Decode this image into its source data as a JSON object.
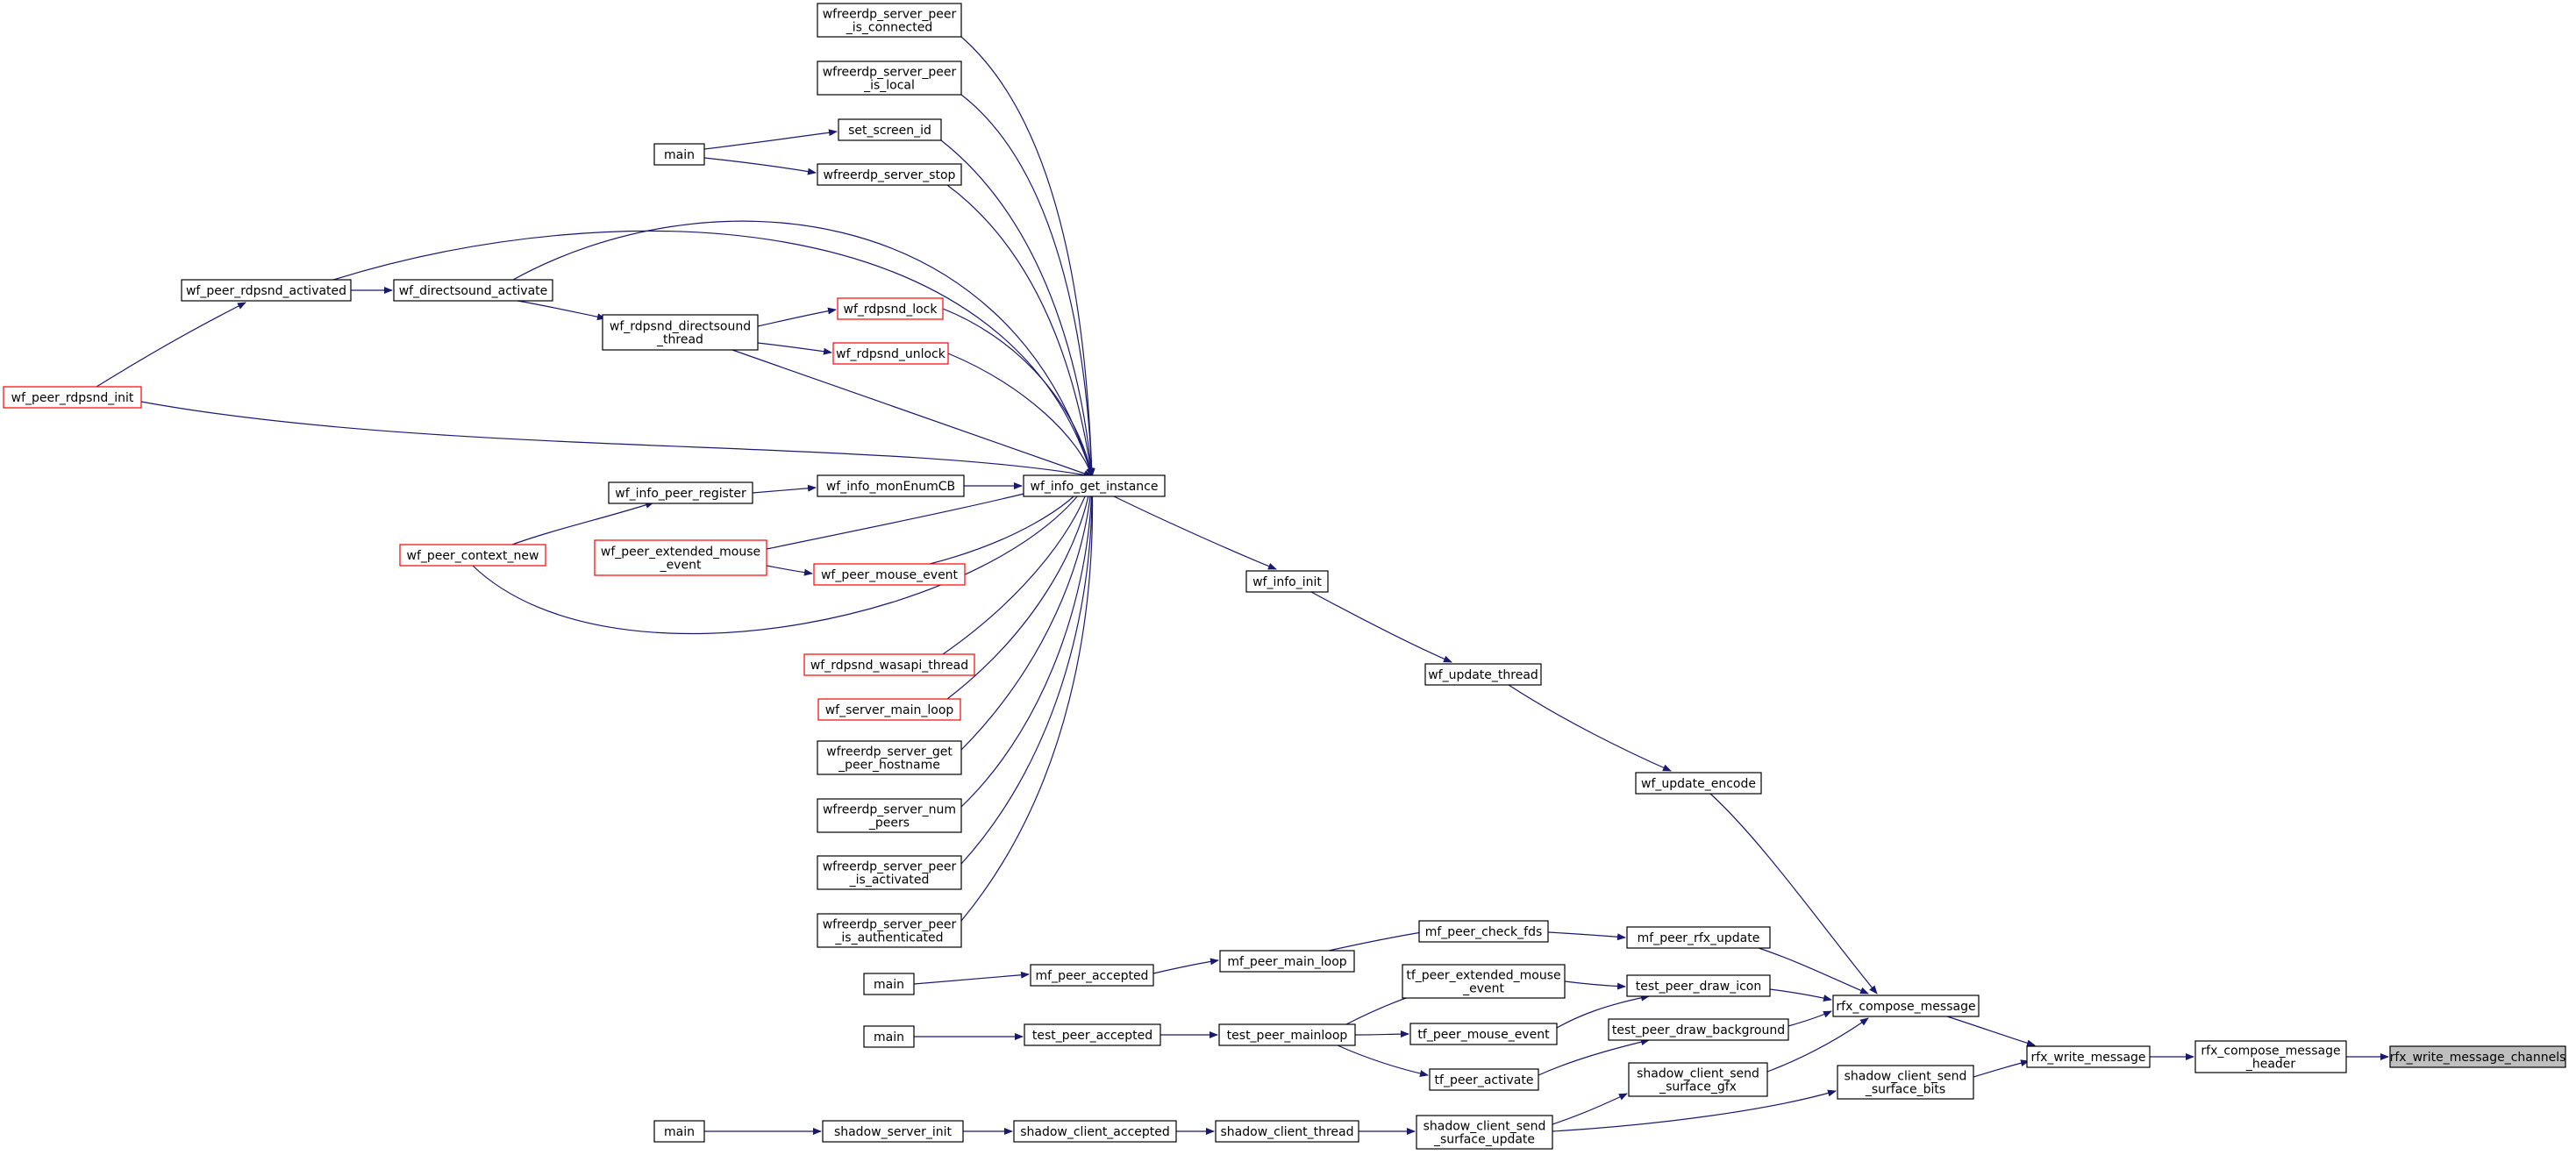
{
  "colors": {
    "edge": "#191970",
    "node_border": "#000000",
    "node_border_truncated": "#ff0000",
    "node_fill": "#ffffff",
    "node_fill_root": "#bfbfbf",
    "text": "#000000"
  },
  "nodes": [
    {
      "id": "n1",
      "lines": [
        "rfx_write_message_channels"
      ],
      "style": "root"
    },
    {
      "id": "n2",
      "lines": [
        "rfx_compose_message",
        "_header"
      ],
      "style": "normal"
    },
    {
      "id": "n3",
      "lines": [
        "rfx_write_message"
      ],
      "style": "normal"
    },
    {
      "id": "n4",
      "lines": [
        "rfx_compose_message"
      ],
      "style": "normal"
    },
    {
      "id": "n5",
      "lines": [
        "shadow_client_send",
        "_surface_bits"
      ],
      "style": "normal"
    },
    {
      "id": "n6",
      "lines": [
        "mf_peer_rfx_update"
      ],
      "style": "normal"
    },
    {
      "id": "n7",
      "lines": [
        "test_peer_draw_icon"
      ],
      "style": "normal"
    },
    {
      "id": "n8",
      "lines": [
        "test_peer_draw_background"
      ],
      "style": "normal"
    },
    {
      "id": "n9",
      "lines": [
        "shadow_client_send",
        "_surface_gfx"
      ],
      "style": "normal"
    },
    {
      "id": "n10",
      "lines": [
        "wf_update_encode"
      ],
      "style": "normal"
    },
    {
      "id": "n11",
      "lines": [
        "shadow_client_send",
        "_surface_update"
      ],
      "style": "normal"
    },
    {
      "id": "n12",
      "lines": [
        "mf_peer_check_fds"
      ],
      "style": "normal"
    },
    {
      "id": "n13",
      "lines": [
        "tf_peer_extended_mouse",
        "_event"
      ],
      "style": "normal"
    },
    {
      "id": "n14",
      "lines": [
        "tf_peer_mouse_event"
      ],
      "style": "normal"
    },
    {
      "id": "n15",
      "lines": [
        "tf_peer_activate"
      ],
      "style": "normal"
    },
    {
      "id": "n16",
      "lines": [
        "wf_update_thread"
      ],
      "style": "normal"
    },
    {
      "id": "n17",
      "lines": [
        "shadow_client_thread"
      ],
      "style": "normal"
    },
    {
      "id": "n18",
      "lines": [
        "mf_peer_main_loop"
      ],
      "style": "normal"
    },
    {
      "id": "n19",
      "lines": [
        "test_peer_mainloop"
      ],
      "style": "normal"
    },
    {
      "id": "n20",
      "lines": [
        "wf_info_init"
      ],
      "style": "normal"
    },
    {
      "id": "n21",
      "lines": [
        "shadow_client_accepted"
      ],
      "style": "normal"
    },
    {
      "id": "n22",
      "lines": [
        "mf_peer_accepted"
      ],
      "style": "normal"
    },
    {
      "id": "n23",
      "lines": [
        "test_peer_accepted"
      ],
      "style": "normal"
    },
    {
      "id": "n24",
      "lines": [
        "wf_info_get_instance"
      ],
      "style": "normal"
    },
    {
      "id": "n25",
      "lines": [
        "shadow_server_init"
      ],
      "style": "normal"
    },
    {
      "id": "n26",
      "lines": [
        "main"
      ],
      "style": "normal"
    },
    {
      "id": "n27",
      "lines": [
        "main"
      ],
      "style": "normal"
    },
    {
      "id": "n28",
      "lines": [
        "wf_directsound_activate"
      ],
      "style": "normal"
    },
    {
      "id": "n29",
      "lines": [
        "wf_info_monEnumCB"
      ],
      "style": "normal"
    },
    {
      "id": "n30",
      "lines": [
        "wf_peer_context_new"
      ],
      "style": "truncated"
    },
    {
      "id": "n31",
      "lines": [
        "wf_peer_extended_mouse",
        "_event"
      ],
      "style": "truncated"
    },
    {
      "id": "n32",
      "lines": [
        "wf_peer_mouse_event"
      ],
      "style": "truncated"
    },
    {
      "id": "n33",
      "lines": [
        "wf_peer_rdpsnd_init"
      ],
      "style": "truncated"
    },
    {
      "id": "n34",
      "lines": [
        "wf_rdpsnd_directsound",
        "_thread"
      ],
      "style": "normal"
    },
    {
      "id": "n35",
      "lines": [
        "wf_rdpsnd_lock"
      ],
      "style": "truncated"
    },
    {
      "id": "n36",
      "lines": [
        "wf_rdpsnd_unlock"
      ],
      "style": "truncated"
    },
    {
      "id": "n37",
      "lines": [
        "wf_rdpsnd_wasapi_thread"
      ],
      "style": "truncated"
    },
    {
      "id": "n38",
      "lines": [
        "wf_server_main_loop"
      ],
      "style": "truncated"
    },
    {
      "id": "n39",
      "lines": [
        "wfreerdp_server_get",
        "_peer_hostname"
      ],
      "style": "normal"
    },
    {
      "id": "n40",
      "lines": [
        "wfreerdp_server_num",
        "_peers"
      ],
      "style": "normal"
    },
    {
      "id": "n41",
      "lines": [
        "wfreerdp_server_peer",
        "_is_activated"
      ],
      "style": "normal"
    },
    {
      "id": "n42",
      "lines": [
        "wfreerdp_server_peer",
        "_is_authenticated"
      ],
      "style": "normal"
    },
    {
      "id": "n43",
      "lines": [
        "wfreerdp_server_peer",
        "_is_connected"
      ],
      "style": "normal"
    },
    {
      "id": "n44",
      "lines": [
        "wfreerdp_server_peer",
        "_is_local"
      ],
      "style": "normal"
    },
    {
      "id": "n45",
      "lines": [
        "set_screen_id"
      ],
      "style": "normal"
    },
    {
      "id": "n46",
      "lines": [
        "wfreerdp_server_stop"
      ],
      "style": "normal"
    },
    {
      "id": "n47",
      "lines": [
        "wf_peer_rdpsnd_activated"
      ],
      "style": "normal"
    },
    {
      "id": "n48",
      "lines": [
        "wf_info_peer_register"
      ],
      "style": "normal"
    },
    {
      "id": "n49",
      "lines": [
        "main"
      ],
      "style": "normal"
    },
    {
      "id": "n50",
      "lines": [
        "main"
      ],
      "style": "normal"
    }
  ],
  "edges": [
    {
      "from": "n2",
      "to": "n1"
    },
    {
      "from": "n3",
      "to": "n2"
    },
    {
      "from": "n4",
      "to": "n3"
    },
    {
      "from": "n5",
      "to": "n3"
    },
    {
      "from": "n6",
      "to": "n4"
    },
    {
      "from": "n7",
      "to": "n4"
    },
    {
      "from": "n8",
      "to": "n4"
    },
    {
      "from": "n9",
      "to": "n4"
    },
    {
      "from": "n10",
      "to": "n4"
    },
    {
      "from": "n11",
      "to": "n5"
    },
    {
      "from": "n11",
      "to": "n9"
    },
    {
      "from": "n12",
      "to": "n6"
    },
    {
      "from": "n13",
      "to": "n7"
    },
    {
      "from": "n14",
      "to": "n7"
    },
    {
      "from": "n15",
      "to": "n8"
    },
    {
      "from": "n16",
      "to": "n10"
    },
    {
      "from": "n17",
      "to": "n11"
    },
    {
      "from": "n18",
      "to": "n12"
    },
    {
      "from": "n19",
      "to": "n13"
    },
    {
      "from": "n19",
      "to": "n14"
    },
    {
      "from": "n19",
      "to": "n15"
    },
    {
      "from": "n20",
      "to": "n16"
    },
    {
      "from": "n21",
      "to": "n17"
    },
    {
      "from": "n22",
      "to": "n18"
    },
    {
      "from": "n23",
      "to": "n19"
    },
    {
      "from": "n24",
      "to": "n20"
    },
    {
      "from": "n25",
      "to": "n21"
    },
    {
      "from": "n26",
      "to": "n22"
    },
    {
      "from": "n27",
      "to": "n23"
    },
    {
      "from": "n28",
      "to": "n24"
    },
    {
      "from": "n29",
      "to": "n24"
    },
    {
      "from": "n30",
      "to": "n24"
    },
    {
      "from": "n31",
      "to": "n24"
    },
    {
      "from": "n32",
      "to": "n24"
    },
    {
      "from": "n33",
      "to": "n24"
    },
    {
      "from": "n34",
      "to": "n24"
    },
    {
      "from": "n35",
      "to": "n24"
    },
    {
      "from": "n36",
      "to": "n24"
    },
    {
      "from": "n37",
      "to": "n24"
    },
    {
      "from": "n38",
      "to": "n24"
    },
    {
      "from": "n39",
      "to": "n24"
    },
    {
      "from": "n40",
      "to": "n24"
    },
    {
      "from": "n41",
      "to": "n24"
    },
    {
      "from": "n42",
      "to": "n24"
    },
    {
      "from": "n43",
      "to": "n24"
    },
    {
      "from": "n44",
      "to": "n24"
    },
    {
      "from": "n45",
      "to": "n24"
    },
    {
      "from": "n46",
      "to": "n24"
    },
    {
      "from": "n47",
      "to": "n24"
    },
    {
      "from": "n49",
      "to": "n25"
    },
    {
      "from": "n47",
      "to": "n28"
    },
    {
      "from": "n28",
      "to": "n34"
    },
    {
      "from": "n48",
      "to": "n29"
    },
    {
      "from": "n30",
      "to": "n48"
    },
    {
      "from": "n31",
      "to": "n32"
    },
    {
      "from": "n33",
      "to": "n47"
    },
    {
      "from": "n34",
      "to": "n35"
    },
    {
      "from": "n34",
      "to": "n36"
    },
    {
      "from": "n50",
      "to": "n45"
    },
    {
      "from": "n50",
      "to": "n46"
    }
  ]
}
